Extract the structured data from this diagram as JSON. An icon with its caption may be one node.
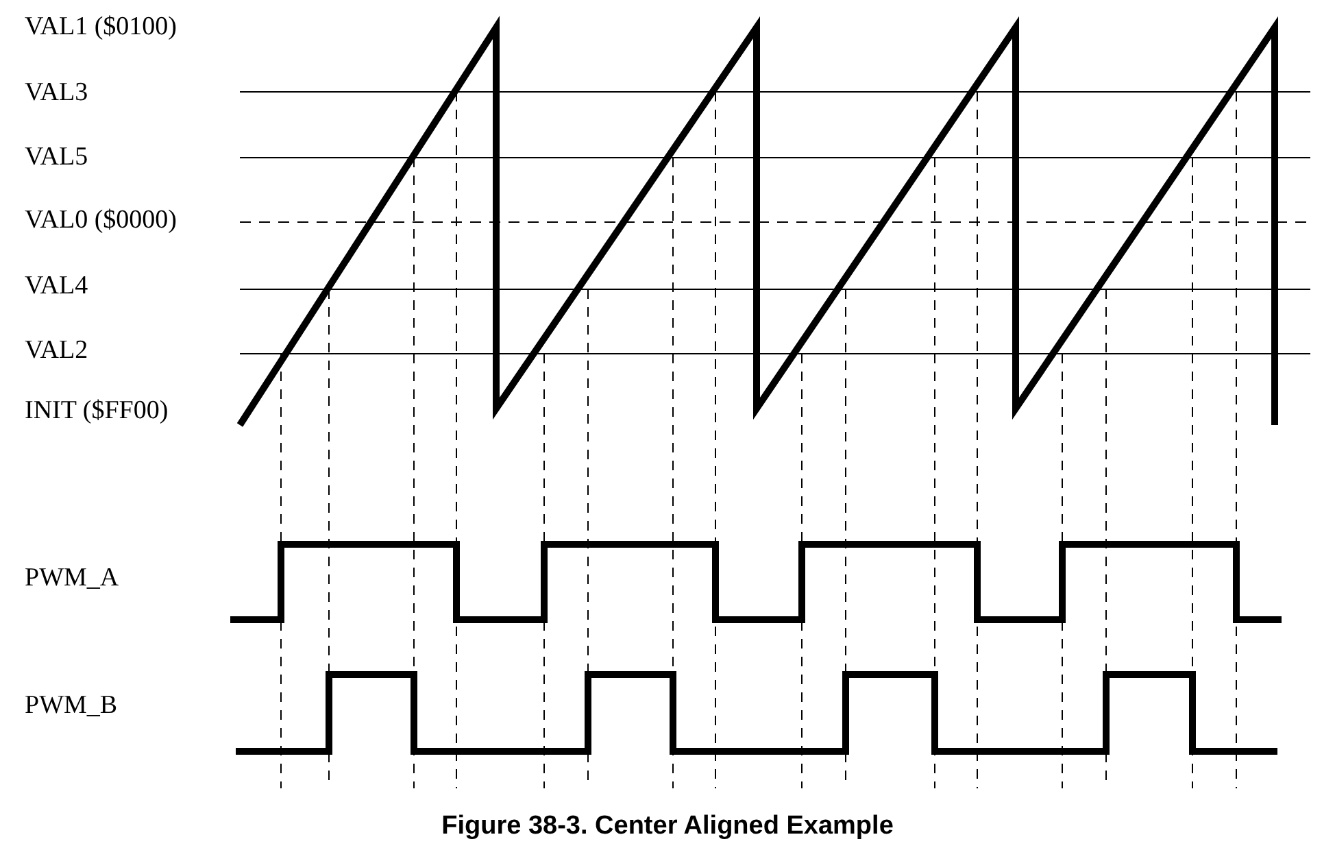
{
  "diagram": {
    "caption": "Figure 38-3. Center Aligned Example",
    "labels": [
      "VAL1 ($0100)",
      "VAL3",
      "VAL5",
      "VAL0 ($0000)",
      "VAL4",
      "VAL2",
      "INIT ($FF00)",
      "PWM_A",
      "PWM_B"
    ]
  }
}
